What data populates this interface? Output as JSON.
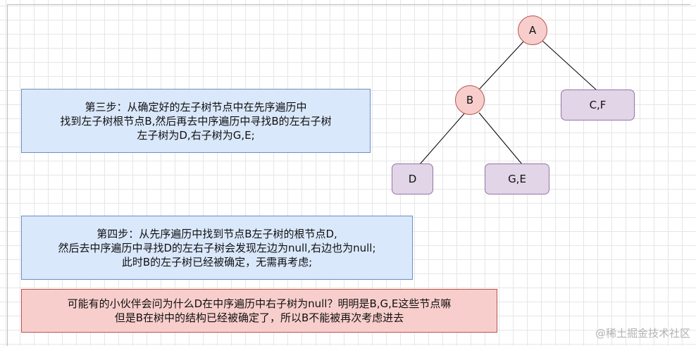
{
  "tree": {
    "nodes": {
      "a": "A",
      "b": "B",
      "cf": "C,F",
      "d": "D",
      "ge": "G,E"
    }
  },
  "notes": {
    "step3": {
      "lines": [
        "第三步：从确定好的左子树节点中在先序遍历中",
        "找到左子树根节点B,然后再去中序遍历中寻找B的左右子树",
        "左子树为D,右子树为G,E;"
      ]
    },
    "step4": {
      "lines": [
        "第四步：从先序遍历中找到节点B左子树的根节点D,",
        "然后去中序遍历中寻找D的左右子树会发现左边为null,右边也为null;",
        "此时B的左子树已经被确定，无需再考虑;"
      ]
    },
    "question": {
      "lines": [
        "可能有的小伙伴会问为什么D在中序遍历中右子树为null？明明是B,G,E这些节点嘛",
        "但是B在树中的结构已经被确定了，所以B不能被再次考虑进去"
      ]
    }
  },
  "watermark": "@稀土掘金技术社区",
  "colors": {
    "blue_fill": "#dae8fc",
    "blue_border": "#6c8ebf",
    "red_fill": "#f8cecc",
    "red_border": "#b85450",
    "purple_fill": "#e1d5e7",
    "purple_border": "#9673a6"
  }
}
